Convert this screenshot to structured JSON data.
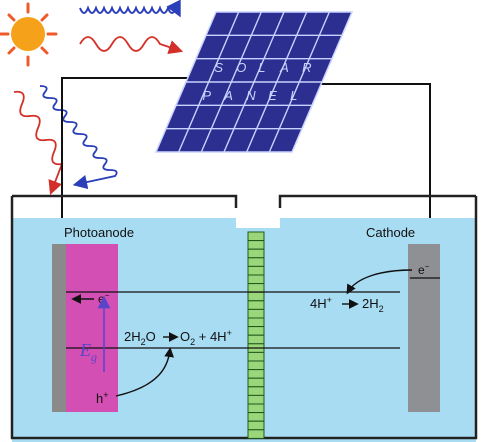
{
  "solar_panel": {
    "text_row1": [
      "S",
      "O",
      "L",
      "A",
      "R"
    ],
    "text_row2": [
      "P",
      "A",
      "N",
      "E",
      "L"
    ]
  },
  "labels": {
    "photoanode": "Photoanode",
    "cathode": "Cathode",
    "electron_anode": "e",
    "electron_cathode": "e",
    "electron_sup": "−",
    "bandgap_E": "E",
    "bandgap_sub": "g",
    "hole": "h",
    "hole_sup": "+",
    "oxidation_eq": {
      "lhs_prefix": "2H",
      "lhs_sub": "2",
      "lhs_suffix": "O",
      "rhs_o": "O",
      "rhs_o_sub": "2",
      "rhs_plus": " + 4H",
      "rhs_sup": "+"
    },
    "reduction_eq": {
      "lhs": "4H",
      "lhs_sup": "+",
      "rhs": "2H",
      "rhs_sub": "2"
    }
  },
  "colors": {
    "electrolyte": "#a8dcf3",
    "tank_wall": "#222222",
    "photoanode_body": "#d34fb3",
    "photoanode_edge": "#8a8a8a",
    "cathode": "#8e9094",
    "membrane": "#9bd67a",
    "sun": "#f6a11a",
    "sun_rays": "#f0592a",
    "light_blue_wave": "#2a3fb8",
    "light_red_wave": "#d4302a",
    "panel_cells": "#2c2f8f",
    "panel_grid": "#c9d3ff",
    "wire": "#111111",
    "band_arrow": "#5a44c8"
  }
}
